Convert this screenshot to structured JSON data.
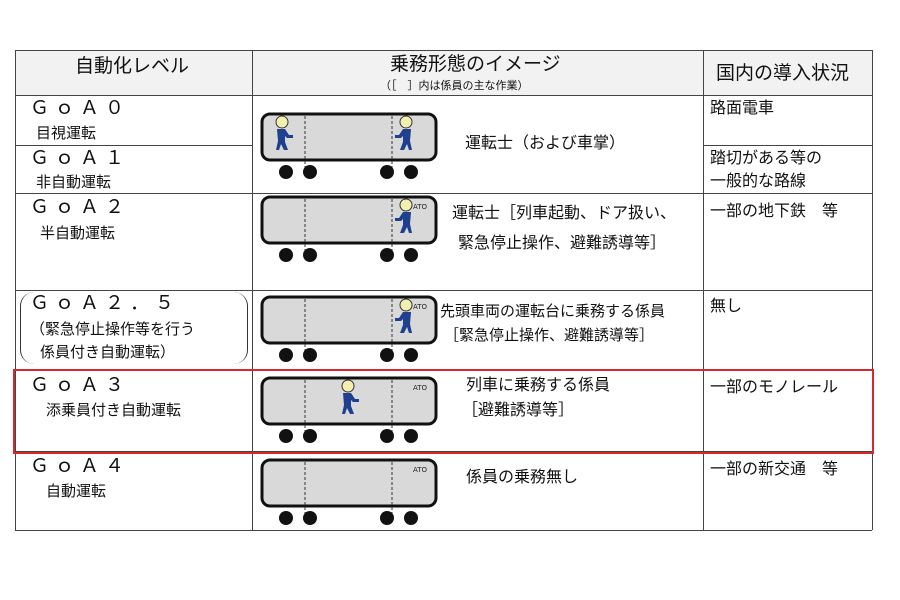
{
  "header": {
    "level": "自動化レベル",
    "image": "乗務形態のイメージ",
    "image_note": "（［　］内は係員の主な作業）",
    "status": "国内の導入状況"
  },
  "rows": [
    {
      "level": "ＧｏＡ０",
      "name": "目視運転",
      "status": "路面電車"
    },
    {
      "level": "ＧｏＡ１",
      "name": "非自動運転",
      "status": "踏切がある等の",
      "status2": "一般的な路線"
    },
    {
      "level": "ＧｏＡ２",
      "name": "半自動運転",
      "desc": "運転士［列車起動、ドア扱い、",
      "desc2": "緊急停止操作、避難誘導等］",
      "status": "一部の地下鉄　等"
    },
    {
      "level": "ＧｏＡ２．５",
      "name": "（緊急停止操作等を行う",
      "name2": "係員付き自動運転）",
      "desc": "先頭車両の運転台に乗務する係員",
      "desc2": "［緊急停止操作、避難誘導等］",
      "status": "無し"
    },
    {
      "level": "ＧｏＡ３",
      "name": "添乗員付き自動運転",
      "desc": "列車に乗務する係員",
      "desc2": "［避難誘導等］",
      "status": "一部のモノレール"
    },
    {
      "level": "ＧｏＡ４",
      "name": "自動運転",
      "desc": "係員の乗務無し",
      "status": "一部の新交通　等"
    }
  ],
  "goa01_desc": "運転士（および車掌）",
  "ato_label": "ATO",
  "trains": [
    {
      "crew": [
        "rear",
        "front"
      ],
      "ato": false
    },
    {
      "crew": [
        "front"
      ],
      "ato": true
    },
    {
      "crew": [
        "front"
      ],
      "ato": true
    },
    {
      "crew": [
        "middle"
      ],
      "ato": true
    },
    {
      "crew": [],
      "ato": true
    }
  ],
  "colors": {
    "highlight": "#d8282f",
    "train_fill": "#d9d9d9",
    "crew": "#1f3f8f",
    "header_bg": "#f2f2f2"
  }
}
